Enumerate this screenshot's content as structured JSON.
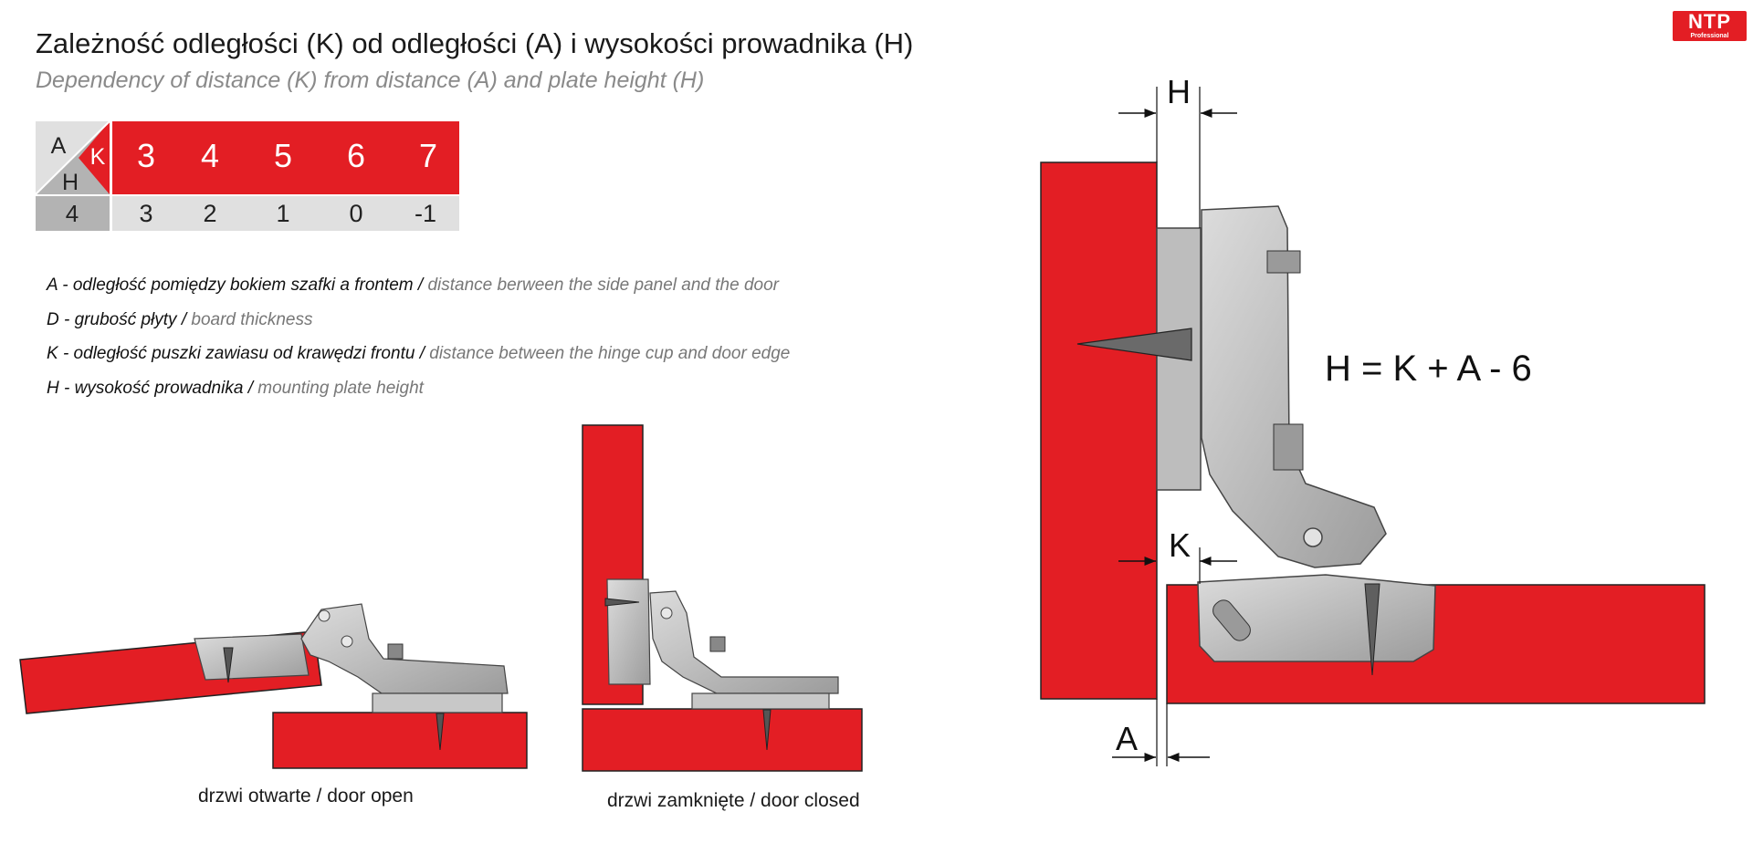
{
  "header": {
    "title": "Zależność odległości (K) od odległości (A) i wysokości prowadnika (H)",
    "subtitle": "Dependency of distance (K) from distance (A) and plate height (H)"
  },
  "logo": {
    "text": "NTP",
    "subtext": "Professional"
  },
  "table": {
    "corner_a": "A",
    "corner_k": "K",
    "corner_h": "H",
    "h_value": "4",
    "k_values": [
      "3",
      "4",
      "5",
      "6",
      "7"
    ],
    "a_values": [
      "3",
      "2",
      "1",
      "0",
      "-1"
    ]
  },
  "legend": [
    {
      "pl": "A - odległość pomiędzy bokiem szafki a frontem /",
      "en": "distance berween the side panel and the door"
    },
    {
      "pl": "D - grubość płyty /",
      "en": "board thickness"
    },
    {
      "pl": "K - odległość puszki zawiasu od krawędzi frontu /",
      "en": "distance between the hinge cup and door edge"
    },
    {
      "pl": "H - wysokość prowadnika /",
      "en": "mounting plate height"
    }
  ],
  "captions": {
    "open": "drzwi otwarte / door open",
    "closed": "drzwi zamknięte / door closed"
  },
  "diagram": {
    "label_h": "H",
    "label_k": "K",
    "label_a": "A",
    "formula": "H = K + A - 6"
  },
  "colors": {
    "red": "#e31e24",
    "metal": "#b9b9b9",
    "table_gray": "#b3b3b3",
    "table_light": "#e0e0e0"
  }
}
